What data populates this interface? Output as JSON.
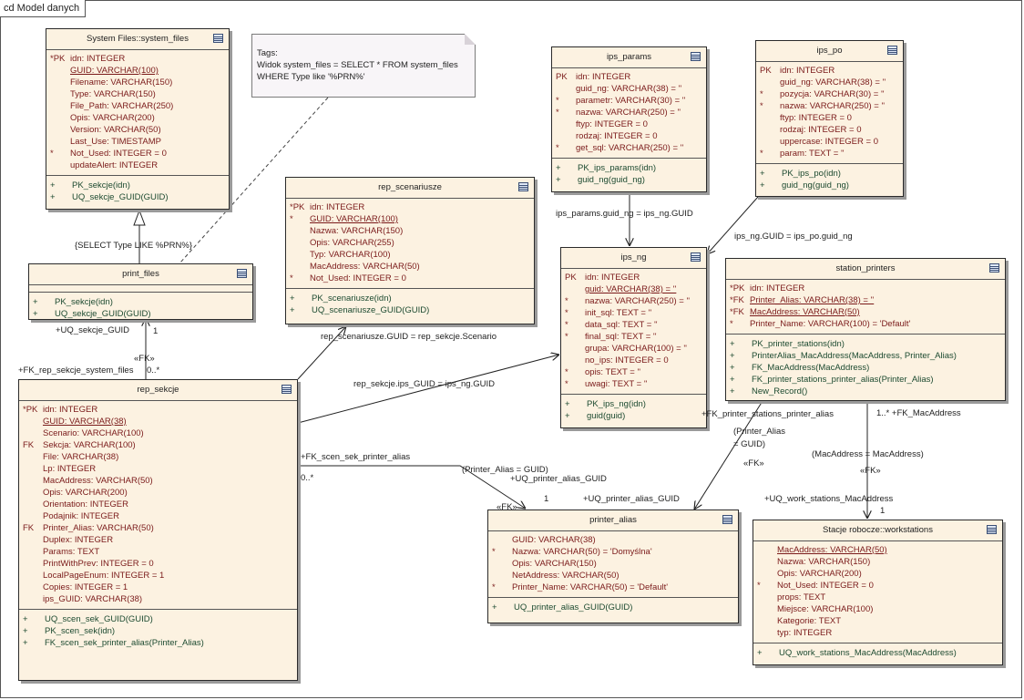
{
  "diagram": {
    "title": "cd Model danych"
  },
  "note": {
    "lines": [
      "Tags:",
      "Widok system_files = SELECT * FROM system_files",
      "WHERE Type like '%PRN%'"
    ]
  },
  "classes": {
    "system_files": {
      "title": "System Files::system_files",
      "attrs": [
        {
          "st": "*PK",
          "nm": "idn:  INTEGER",
          "ul": false
        },
        {
          "st": "",
          "nm": "GUID:  VARCHAR(100)",
          "ul": true
        },
        {
          "st": "",
          "nm": "Filename:  VARCHAR(150)",
          "ul": false
        },
        {
          "st": "",
          "nm": "Type:  VARCHAR(150)",
          "ul": false
        },
        {
          "st": "",
          "nm": "File_Path:  VARCHAR(250)",
          "ul": false
        },
        {
          "st": "",
          "nm": "Opis:  VARCHAR(200)",
          "ul": false
        },
        {
          "st": "",
          "nm": "Version:  VARCHAR(50)",
          "ul": false
        },
        {
          "st": "",
          "nm": "Last_Use:  TIMESTAMP",
          "ul": false
        },
        {
          "st": "*",
          "nm": "Not_Used:  INTEGER = 0",
          "ul": false
        },
        {
          "st": "",
          "nm": "updateAlert:  INTEGER",
          "ul": false
        }
      ],
      "ops": [
        {
          "st": "+",
          "nm": "PK_sekcje(idn)"
        },
        {
          "st": "+",
          "nm": "UQ_sekcje_GUID(GUID)"
        }
      ]
    },
    "print_files": {
      "title": "print_files",
      "attrs": [],
      "ops": [
        {
          "st": "+",
          "nm": "PK_sekcje(idn)"
        },
        {
          "st": "+",
          "nm": "UQ_sekcje_GUID(GUID)"
        }
      ]
    },
    "rep_scenariusze": {
      "title": "rep_scenariusze",
      "attrs": [
        {
          "st": "*PK",
          "nm": "idn:  INTEGER",
          "ul": false
        },
        {
          "st": "*",
          "nm": "GUID:  VARCHAR(100)",
          "ul": true
        },
        {
          "st": "",
          "nm": "Nazwa:  VARCHAR(150)",
          "ul": false
        },
        {
          "st": "",
          "nm": "Opis:  VARCHAR(255)",
          "ul": false
        },
        {
          "st": "",
          "nm": "Typ:  VARCHAR(100)",
          "ul": false
        },
        {
          "st": "",
          "nm": "MacAddress:  VARCHAR(50)",
          "ul": false
        },
        {
          "st": "*",
          "nm": "Not_Used:  INTEGER = 0",
          "ul": false
        }
      ],
      "ops": [
        {
          "st": "+",
          "nm": "PK_scenariusze(idn)"
        },
        {
          "st": "+",
          "nm": "UQ_scenariusze_GUID(GUID)"
        }
      ]
    },
    "ips_params": {
      "title": "ips_params",
      "attrs": [
        {
          "st": "PK",
          "nm": "idn:  INTEGER",
          "ul": false
        },
        {
          "st": "",
          "nm": "guid_ng:  VARCHAR(38) = ''",
          "ul": false
        },
        {
          "st": "*",
          "nm": "parametr:  VARCHAR(30) = ''",
          "ul": false
        },
        {
          "st": "*",
          "nm": "nazwa:  VARCHAR(250) = ''",
          "ul": false
        },
        {
          "st": "",
          "nm": "ftyp:  INTEGER = 0",
          "ul": false
        },
        {
          "st": "",
          "nm": "rodzaj:  INTEGER = 0",
          "ul": false
        },
        {
          "st": "*",
          "nm": "get_sql:  VARCHAR(250) = ''",
          "ul": false
        }
      ],
      "ops": [
        {
          "st": "+",
          "nm": "PK_ips_params(idn)"
        },
        {
          "st": "+",
          "nm": "guid_ng(guid_ng)"
        }
      ]
    },
    "ips_po": {
      "title": "ips_po",
      "attrs": [
        {
          "st": "PK",
          "nm": "idn:  INTEGER",
          "ul": false
        },
        {
          "st": "",
          "nm": "guid_ng:  VARCHAR(38) = ''",
          "ul": false
        },
        {
          "st": "*",
          "nm": "pozycja:  VARCHAR(30) = ''",
          "ul": false
        },
        {
          "st": "*",
          "nm": "nazwa:  VARCHAR(250) = ''",
          "ul": false
        },
        {
          "st": "",
          "nm": "ftyp:  INTEGER = 0",
          "ul": false
        },
        {
          "st": "",
          "nm": "rodzaj:  INTEGER = 0",
          "ul": false
        },
        {
          "st": "",
          "nm": "uppercase:  INTEGER = 0",
          "ul": false
        },
        {
          "st": "*",
          "nm": "param:  TEXT = ''",
          "ul": false
        }
      ],
      "ops": [
        {
          "st": "+",
          "nm": "PK_ips_po(idn)"
        },
        {
          "st": "+",
          "nm": "guid_ng(guid_ng)"
        }
      ]
    },
    "ips_ng": {
      "title": "ips_ng",
      "attrs": [
        {
          "st": "PK",
          "nm": "idn:  INTEGER",
          "ul": false
        },
        {
          "st": "",
          "nm": "guid:  VARCHAR(38) = ''",
          "ul": true
        },
        {
          "st": "*",
          "nm": "nazwa:  VARCHAR(250) = ''",
          "ul": false
        },
        {
          "st": "*",
          "nm": "init_sql:  TEXT = ''",
          "ul": false
        },
        {
          "st": "*",
          "nm": "data_sql:  TEXT = ''",
          "ul": false
        },
        {
          "st": "*",
          "nm": "final_sql:  TEXT = ''",
          "ul": false
        },
        {
          "st": "",
          "nm": "grupa:  VARCHAR(100) = ''",
          "ul": false
        },
        {
          "st": "",
          "nm": "no_ips:  INTEGER = 0",
          "ul": false
        },
        {
          "st": "*",
          "nm": "opis:  TEXT = ''",
          "ul": false
        },
        {
          "st": "*",
          "nm": "uwagi:  TEXT = ''",
          "ul": false
        }
      ],
      "ops": [
        {
          "st": "+",
          "nm": "PK_ips_ng(idn)"
        },
        {
          "st": "+",
          "nm": "guid(guid)"
        }
      ]
    },
    "station_printers": {
      "title": "station_printers",
      "attrs": [
        {
          "st": "*PK",
          "nm": "idn:  INTEGER",
          "ul": false
        },
        {
          "st": "*FK",
          "nm": "Printer_Alias:  VARCHAR(38) = ''",
          "ul": true
        },
        {
          "st": "*FK",
          "nm": "MacAddress:  VARCHAR(50)",
          "ul": true
        },
        {
          "st": "*",
          "nm": "Printer_Name:  VARCHAR(100) = 'Default'",
          "ul": false
        }
      ],
      "ops": [
        {
          "st": "+",
          "nm": "PK_printer_stations(idn)"
        },
        {
          "st": "+",
          "nm": "PrinterAlias_MacAddress(MacAddress, Printer_Alias)"
        },
        {
          "st": "+",
          "nm": "FK_MacAddress(MacAddress)"
        },
        {
          "st": "+",
          "nm": "FK_printer_stations_printer_alias(Printer_Alias)"
        },
        {
          "st": "+",
          "nm": "New_Record()"
        }
      ]
    },
    "rep_sekcje": {
      "title": "rep_sekcje",
      "attrs": [
        {
          "st": "*PK",
          "nm": "idn:  INTEGER",
          "ul": false
        },
        {
          "st": "",
          "nm": "GUID:  VARCHAR(38)",
          "ul": true
        },
        {
          "st": "",
          "nm": "Scenario:  VARCHAR(100)",
          "ul": false
        },
        {
          "st": "FK",
          "nm": "Sekcja:  VARCHAR(100)",
          "ul": false
        },
        {
          "st": "",
          "nm": "File:  VARCHAR(38)",
          "ul": false
        },
        {
          "st": "",
          "nm": "Lp:  INTEGER",
          "ul": false
        },
        {
          "st": "",
          "nm": "MacAddress:  VARCHAR(50)",
          "ul": false
        },
        {
          "st": "",
          "nm": "Opis:  VARCHAR(200)",
          "ul": false
        },
        {
          "st": "",
          "nm": "Orientation:  INTEGER",
          "ul": false
        },
        {
          "st": "",
          "nm": "Podajnik:  INTEGER",
          "ul": false
        },
        {
          "st": "FK",
          "nm": "Printer_Alias:  VARCHAR(50)",
          "ul": false
        },
        {
          "st": "",
          "nm": "Duplex:  INTEGER",
          "ul": false
        },
        {
          "st": "",
          "nm": "Params:  TEXT",
          "ul": false
        },
        {
          "st": "",
          "nm": "PrintWithPrev:  INTEGER = 0",
          "ul": false
        },
        {
          "st": "",
          "nm": "LocalPageEnum:  INTEGER = 1",
          "ul": false
        },
        {
          "st": "",
          "nm": "Copies:  INTEGER = 1",
          "ul": false
        },
        {
          "st": "",
          "nm": "ips_GUID:  VARCHAR(38)",
          "ul": false
        }
      ],
      "ops": [
        {
          "st": "+",
          "nm": "UQ_scen_sek_GUID(GUID)"
        },
        {
          "st": "+",
          "nm": "PK_scen_sek(idn)"
        },
        {
          "st": "+",
          "nm": "FK_scen_sek_printer_alias(Printer_Alias)"
        }
      ]
    },
    "printer_alias": {
      "title": "printer_alias",
      "attrs": [
        {
          "st": "",
          "nm": "GUID:  VARCHAR(38)",
          "ul": false
        },
        {
          "st": "*",
          "nm": "Nazwa:  VARCHAR(50) = 'Domyślna'",
          "ul": false
        },
        {
          "st": "",
          "nm": "Opis:  VARCHAR(150)",
          "ul": false
        },
        {
          "st": "",
          "nm": "NetAddress:  VARCHAR(50)",
          "ul": false
        },
        {
          "st": "*",
          "nm": "Printer_Name:  VARCHAR(50) = 'Default'",
          "ul": false
        }
      ],
      "ops": [
        {
          "st": "+",
          "nm": "UQ_printer_alias_GUID(GUID)"
        }
      ]
    },
    "workstations": {
      "title": "Stacje robocze::workstations",
      "attrs": [
        {
          "st": "",
          "nm": "MacAddress:  VARCHAR(50)",
          "ul": true
        },
        {
          "st": "",
          "nm": "Nazwa:  VARCHAR(150)",
          "ul": false
        },
        {
          "st": "",
          "nm": "Opis:  VARCHAR(200)",
          "ul": false
        },
        {
          "st": "*",
          "nm": "Not_Used:  INTEGER = 0",
          "ul": false
        },
        {
          "st": "",
          "nm": "props:  TEXT",
          "ul": false
        },
        {
          "st": "",
          "nm": "Miejsce:  VARCHAR(100)",
          "ul": false
        },
        {
          "st": "",
          "nm": "Kategorie:  TEXT",
          "ul": false
        },
        {
          "st": "",
          "nm": "typ:  INTEGER",
          "ul": false
        }
      ],
      "ops": [
        {
          "st": "+",
          "nm": "UQ_work_stations_MacAddress(MacAddress)"
        }
      ]
    }
  },
  "labels": {
    "select_type": "{SELECT Type LIKE %PRN%}",
    "uq_sekcje_guid": "+UQ_sekcje_GUID",
    "mult_1": "1",
    "fk_stereo": "«FK»",
    "fk_rep_sekcje_system_files": "+FK_rep_sekcje_system_files",
    "mult_0n": "0..*",
    "rep_scen_guid": "rep_scenariusze.GUID = rep_sekcje.Scenario",
    "rep_sekcje_ips": "rep_sekcje.ips_GUID = ips_ng.GUID",
    "ips_params_guid": "ips_params.guid_ng = ips_ng.GUID",
    "ips_ng_guid": "ips_ng.GUID = ips_po.guid_ng",
    "fk_scen_sek_printer_alias": "+FK_scen_sek_printer_alias",
    "mult_0n_b": "0..*",
    "printer_alias_guid": "(Printer_Alias = GUID)",
    "uq_printer_alias_guid_a": "+UQ_printer_alias_GUID",
    "fk_stereo_b": "«FK»",
    "mult_1_b": "1",
    "uq_printer_alias_guid_b": "+UQ_printer_alias_GUID",
    "fk_printer_stations_printer_alias": "+FK_printer_stations_printer_alias",
    "printer_alias_paren_1": "(Printer_Alias",
    "printer_alias_paren_2": "= GUID)",
    "fk_stereo_c": "«FK»",
    "mult_1n_fk_mac": "1..* +FK_MacAddress",
    "mac_eq": "(MacAddress = MacAddress)",
    "fk_stereo_d": "«FK»",
    "uq_work_stations_mac": "+UQ_work_stations_MacAddress",
    "mult_1_c": "1"
  }
}
